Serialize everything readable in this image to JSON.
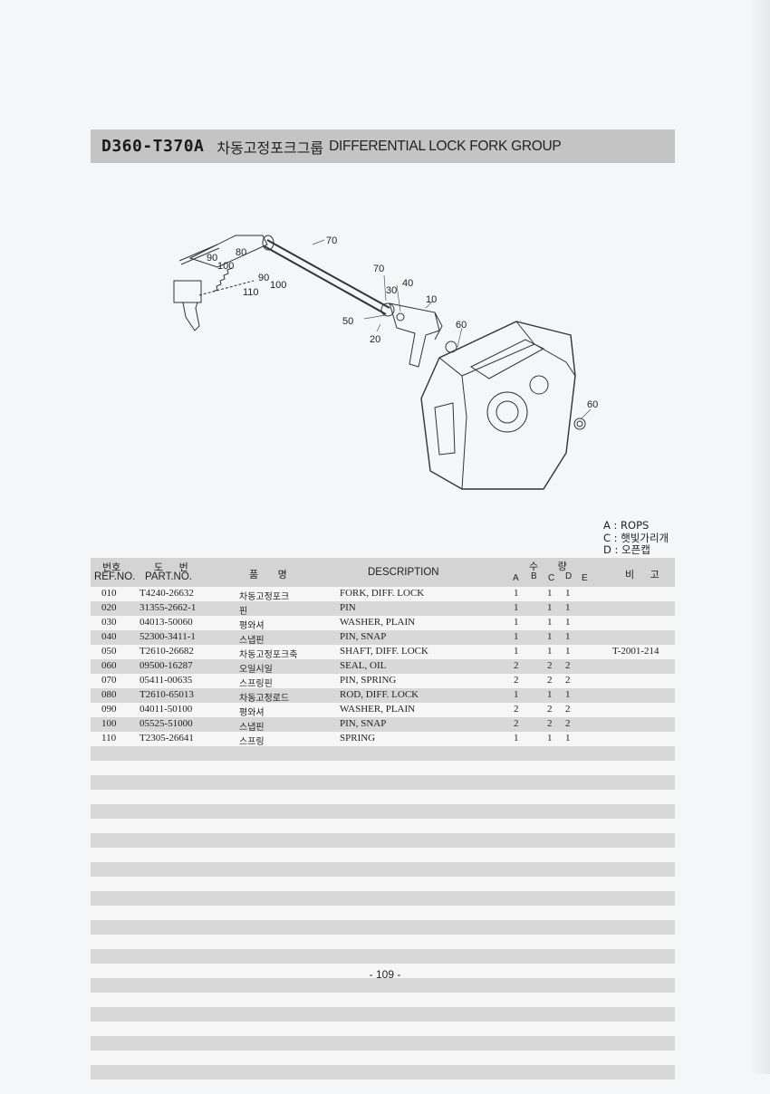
{
  "title": {
    "model": "D360-T370A",
    "korean": "차동고정포크그룹",
    "english": "DIFFERENTIAL LOCK FORK GROUP"
  },
  "diagram": {
    "callouts": [
      "70",
      "80",
      "90",
      "100",
      "90",
      "100",
      "110",
      "70",
      "30",
      "40",
      "10",
      "50",
      "60",
      "20",
      "60"
    ]
  },
  "legend": [
    "A : ROPS",
    "C : 햇빛가리개",
    "D : 오픈캡"
  ],
  "header": {
    "ref_kr": "번호",
    "ref_en": "REF.NO.",
    "part_kr": "도 번",
    "part_en": "PART.NO.",
    "name_kr": "품 명",
    "description": "DESCRIPTION",
    "qty_kr": "수 량",
    "cols": [
      "A",
      "B",
      "C",
      "D",
      "E"
    ],
    "remarks_kr": "비 고"
  },
  "rows": [
    {
      "ref": "010",
      "part": "T4240-26632",
      "name": "차동고정포크",
      "desc": "FORK, DIFF. LOCK",
      "a": "1",
      "c": "1",
      "d": "1",
      "remark": ""
    },
    {
      "ref": "020",
      "part": "31355-2662-1",
      "name": "핀",
      "desc": "PIN",
      "a": "1",
      "c": "1",
      "d": "1",
      "remark": ""
    },
    {
      "ref": "030",
      "part": "04013-50060",
      "name": "평와셔",
      "desc": "WASHER, PLAIN",
      "a": "1",
      "c": "1",
      "d": "1",
      "remark": ""
    },
    {
      "ref": "040",
      "part": "52300-3411-1",
      "name": "스냅핀",
      "desc": "PIN, SNAP",
      "a": "1",
      "c": "1",
      "d": "1",
      "remark": ""
    },
    {
      "ref": "050",
      "part": "T2610-26682",
      "name": "차동고정포크축",
      "desc": "SHAFT, DIFF. LOCK",
      "a": "1",
      "c": "1",
      "d": "1",
      "remark": "T-2001-214"
    },
    {
      "ref": "060",
      "part": "09500-16287",
      "name": "오일시일",
      "desc": "SEAL, OIL",
      "a": "2",
      "c": "2",
      "d": "2",
      "remark": ""
    },
    {
      "ref": "070",
      "part": "05411-00635",
      "name": "스프링핀",
      "desc": "PIN, SPRING",
      "a": "2",
      "c": "2",
      "d": "2",
      "remark": ""
    },
    {
      "ref": "080",
      "part": "T2610-65013",
      "name": "차동고정로드",
      "desc": "ROD, DIFF. LOCK",
      "a": "1",
      "c": "1",
      "d": "1",
      "remark": ""
    },
    {
      "ref": "090",
      "part": "04011-50100",
      "name": "평와셔",
      "desc": "WASHER, PLAIN",
      "a": "2",
      "c": "2",
      "d": "2",
      "remark": ""
    },
    {
      "ref": "100",
      "part": "05525-51000",
      "name": "스냅핀",
      "desc": "PIN, SNAP",
      "a": "2",
      "c": "2",
      "d": "2",
      "remark": ""
    },
    {
      "ref": "110",
      "part": "T2305-26641",
      "name": "스프링",
      "desc": "SPRING",
      "a": "1",
      "c": "1",
      "d": "1",
      "remark": ""
    }
  ],
  "page_number": "- 109 -"
}
